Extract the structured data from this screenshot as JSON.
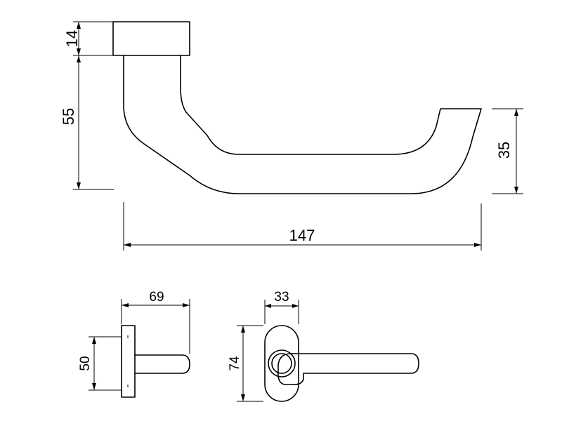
{
  "drawing": {
    "side_view": {
      "rose_height": "14",
      "neck_height": "55",
      "grip_height": "35",
      "overall_length": "147"
    },
    "plan_view": {
      "projection": "69",
      "rose_diameter": "50"
    },
    "front_view": {
      "plate_width": "33",
      "plate_height": "74"
    }
  }
}
